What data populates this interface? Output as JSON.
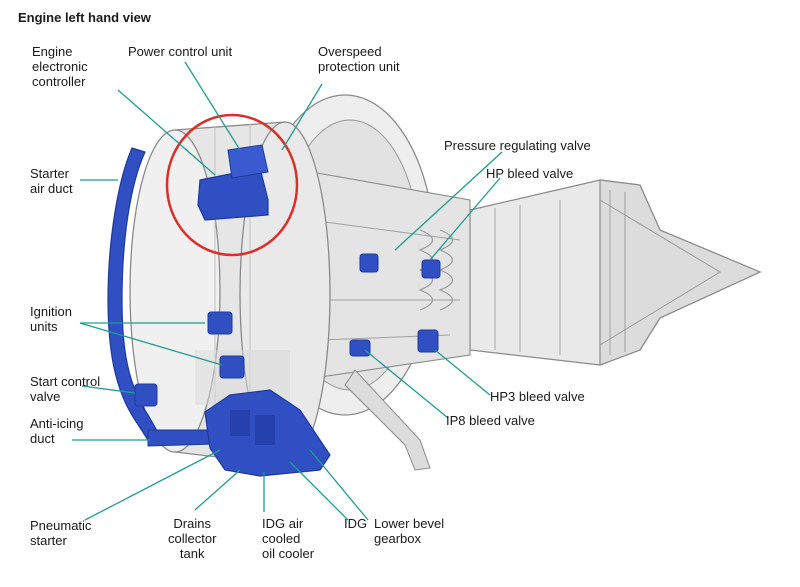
{
  "title": "Engine left hand view",
  "labels": {
    "eec": [
      "Engine",
      "electronic",
      "controller"
    ],
    "pcu": "Power control unit",
    "opu": [
      "Overspeed",
      "protection unit"
    ],
    "starter_duct": [
      "Starter",
      "air duct"
    ],
    "prv": "Pressure regulating valve",
    "hpbv": "HP bleed valve",
    "ignition": [
      "Ignition",
      "units"
    ],
    "scv": [
      "Start control",
      "valve"
    ],
    "anti_icing": [
      "Anti-icing",
      "duct"
    ],
    "hp3": "HP3 bleed valve",
    "ip8": "IP8 bleed valve",
    "pneumatic": [
      "Pneumatic",
      "starter"
    ],
    "drains": [
      "Drains",
      "collector",
      "tank"
    ],
    "idg_cooler": [
      "IDG air",
      "cooled",
      "oil cooler"
    ],
    "idg": "IDG",
    "lbg": [
      "Lower bevel",
      "gearbox"
    ]
  },
  "colors": {
    "component": "#2f4fc2",
    "component_dark": "#1f3a9c",
    "leader": "#1f9e8e",
    "highlight": "#d9302a",
    "engine_light": "#efefef",
    "engine_mid": "#d4d4d4",
    "engine_line": "#8a8a8a"
  }
}
